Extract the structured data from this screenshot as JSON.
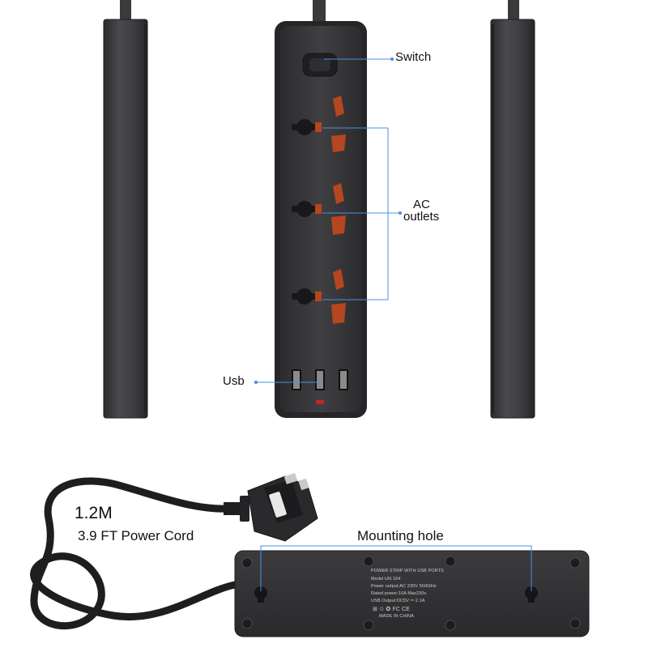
{
  "callouts": {
    "switch": "Switch",
    "ac_line1": "AC",
    "ac_line2": "outlets",
    "usb": "Usb",
    "cord_length": "1.2M",
    "cord_feet": "3.9 FT Power Cord",
    "mounting_hole": "Mounting hole"
  },
  "spec_label": {
    "line1": "POWER STRIP WITH USB PORTS",
    "line2": "Model:UN 104",
    "line3": "Power output:AC 230V 50/60Hz",
    "line4": "Rated power:10A Max230v",
    "line5": "USB Output:DC5V ⎓ 2.1A",
    "line6": "⊞ ♲ ✪ FC CE",
    "line7": "MADE IN CHINA"
  },
  "colors": {
    "body": "#3a3a3c",
    "body_edge": "#2a2a2c",
    "socket_orange": "#b5461f",
    "callout_line": "#4a90e2",
    "indicator": "#c0262b"
  }
}
